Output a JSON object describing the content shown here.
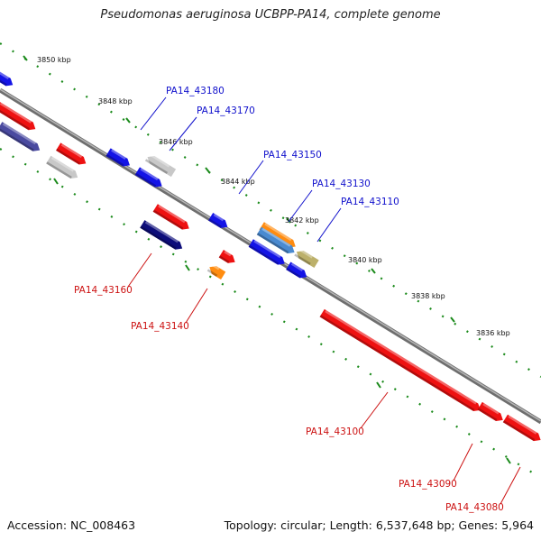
{
  "title": "Pseudomonas aeruginosa UCBPP-PA14, complete genome",
  "footer": {
    "accession": "Accession: NC_008463",
    "summary": "Topology: circular; Length: 6,537,648 bp; Genes: 5,964"
  },
  "colors": {
    "backbone": "#8a8a8a",
    "tick": "#1a8a1a",
    "forward_label": "#1010cc",
    "reverse_label": "#cc1010",
    "blue": "#1414e6",
    "red": "#ee1111",
    "grey": "#c8c8c8",
    "navy": "#0d0d7a",
    "slate": "#4a4aa0",
    "orange": "#ff8c10",
    "tan": "#bcb06a",
    "steel": "#4a8ad0"
  },
  "ticks": [
    {
      "label": "3850 kbp"
    },
    {
      "label": "3848 kbp"
    },
    {
      "label": "3846 kbp"
    },
    {
      "label": "3844 kbp"
    },
    {
      "label": "3842 kbp"
    },
    {
      "label": "3840 kbp"
    },
    {
      "label": "3838 kbp"
    },
    {
      "label": "3836 kbp"
    }
  ],
  "gene_labels": [
    {
      "text": "PA14_43180",
      "strand": "forward"
    },
    {
      "text": "PA14_43170",
      "strand": "forward"
    },
    {
      "text": "PA14_43150",
      "strand": "forward"
    },
    {
      "text": "PA14_43130",
      "strand": "forward"
    },
    {
      "text": "PA14_43110",
      "strand": "forward"
    },
    {
      "text": "PA14_43160",
      "strand": "reverse"
    },
    {
      "text": "PA14_43140",
      "strand": "reverse"
    },
    {
      "text": "PA14_43100",
      "strand": "reverse"
    },
    {
      "text": "PA14_43090",
      "strand": "reverse"
    },
    {
      "text": "PA14_43080",
      "strand": "reverse"
    }
  ]
}
